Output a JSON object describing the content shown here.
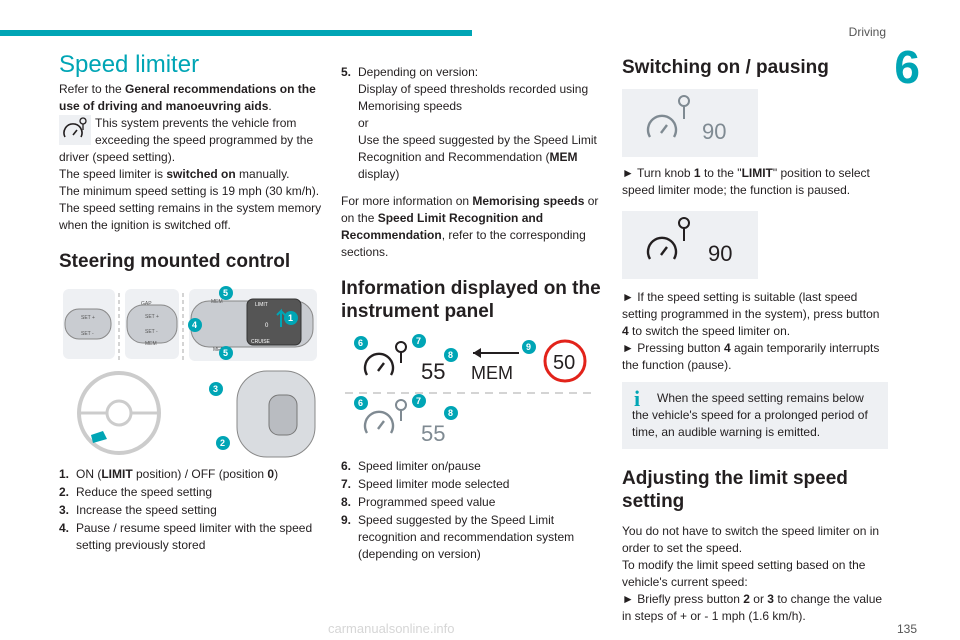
{
  "header": {
    "section": "Driving",
    "chapter": "6",
    "page_number": "135"
  },
  "watermark": "carmanualsonline.info",
  "col1": {
    "title": "Speed limiter",
    "intro_prefix": "Refer to the ",
    "intro_bold": "General recommendations on the use of driving and manoeuvring aids",
    "intro_suffix": ".",
    "prevent_text": "This system prevents the vehicle from exceeding the speed programmed by the driver (speed setting).",
    "switched_prefix": "The speed limiter is ",
    "switched_bold": "switched on",
    "switched_suffix": " manually.",
    "min_speed": "The minimum speed setting is 19 mph (30 km/h).",
    "memory": "The speed setting remains in the system memory when the ignition is switched off.",
    "steering_title": "Steering mounted control",
    "figure_labels": {
      "gap": "GAP",
      "set_plus": "SET +",
      "set_minus": "SET -",
      "mem": "MEM",
      "limit": "LIMIT",
      "cruise": "CRUISE",
      "zero": "0",
      "n1": "1",
      "n2": "2",
      "n3": "3",
      "n4": "4",
      "n5": "5"
    },
    "list": [
      {
        "num": "1.",
        "pre": "ON (",
        "bold": "LIMIT",
        "mid": " position) / OFF (position ",
        "bold2": "0",
        "post": ")"
      },
      {
        "num": "2.",
        "text": "Reduce the speed setting"
      },
      {
        "num": "3.",
        "text": "Increase the speed setting"
      },
      {
        "num": "4.",
        "text": "Pause / resume speed limiter with the speed setting previously stored"
      }
    ]
  },
  "col2": {
    "item5_num": "5.",
    "item5_line1": "Depending on version:",
    "item5_line2": "Display of speed thresholds recorded using Memorising speeds",
    "item5_or": "or",
    "item5_line3_pre": "Use the speed suggested by the Speed Limit Recognition and Recommendation (",
    "item5_line3_bold": "MEM",
    "item5_line3_post": " display)",
    "more_pre": "For more information on ",
    "more_bold1": "Memorising speeds",
    "more_mid": " or on the ",
    "more_bold2": "Speed Limit Recognition and Recommendation",
    "more_post": ", refer to the corresponding sections.",
    "info_title": "Information displayed on the instrument panel",
    "dash": {
      "speed": "55",
      "mem": "MEM",
      "limit_sign": "50",
      "speed2": "55",
      "n6": "6",
      "n7": "7",
      "n8": "8",
      "n9": "9"
    },
    "list": [
      {
        "num": "6.",
        "text": "Speed limiter on/pause"
      },
      {
        "num": "7.",
        "text": "Speed limiter mode selected"
      },
      {
        "num": "8.",
        "text": "Programmed speed value"
      },
      {
        "num": "9.",
        "text": "Speed suggested by the Speed Limit recognition and recommendation system (depending on version)"
      }
    ]
  },
  "col3": {
    "switch_title": "Switching on / pausing",
    "speed_paused": "90",
    "knob_pre": "► Turn knob ",
    "knob_b1": "1",
    "knob_mid": " to the \"",
    "knob_b2": "LIMIT",
    "knob_post": "\" position to select speed limiter mode; the function is paused.",
    "speed_active": "90",
    "suitable_pre": "► If the speed setting is suitable (last speed setting programmed in the system), press button ",
    "suitable_b": "4",
    "suitable_post": " to switch the speed limiter on.",
    "again_pre": "► Pressing button ",
    "again_b": "4",
    "again_post": " again temporarily interrupts the function (pause).",
    "info_icon": "i",
    "warning": "When the speed setting remains below the vehicle's speed for a prolonged period of time, an audible warning is emitted.",
    "adjust_title": "Adjusting the limit speed setting",
    "adjust_p1": "You do not have to switch the speed limiter on in order to set the speed.",
    "adjust_p2": "To modify the limit speed setting based on the vehicle's current speed:",
    "brief_pre": "► Briefly press button ",
    "brief_b1": "2",
    "brief_mid": " or ",
    "brief_b2": "3",
    "brief_post": " to change the value in steps of + or - 1 mph (1.6 km/h)."
  }
}
